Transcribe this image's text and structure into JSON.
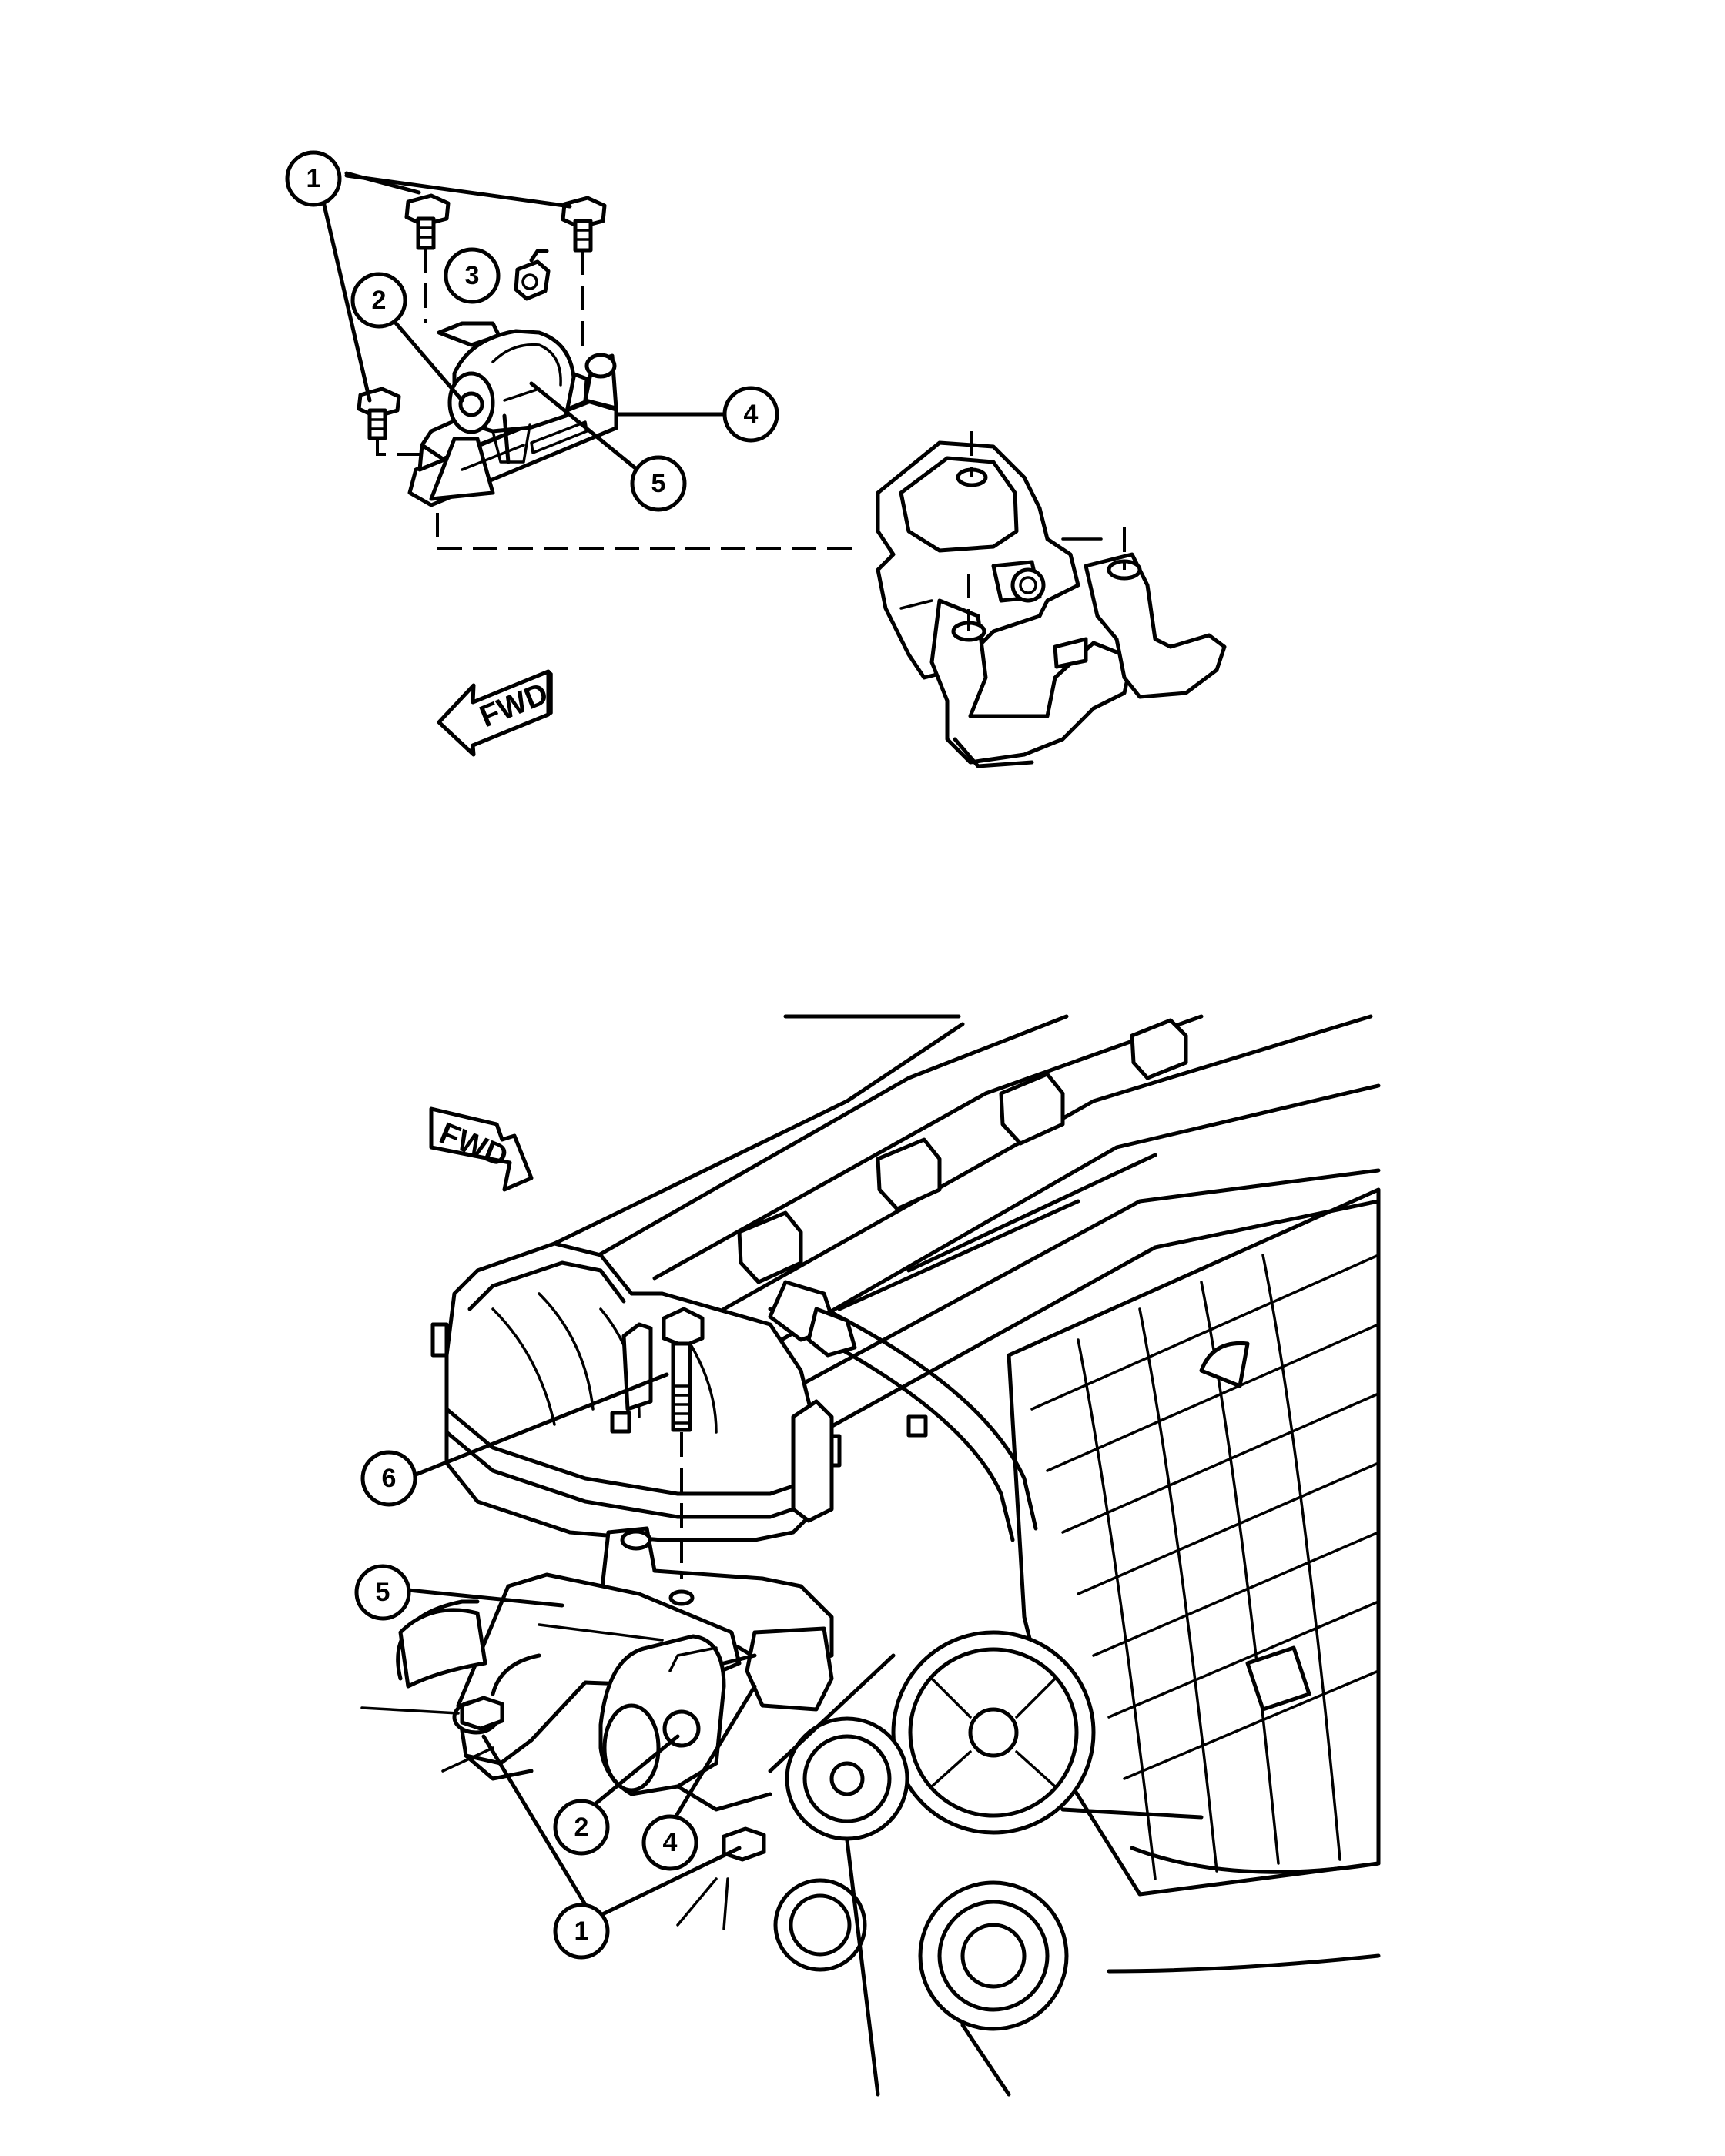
{
  "figure": {
    "fwd_label": "FWD",
    "top_callouts": [
      "1",
      "2",
      "3",
      "4",
      "5"
    ],
    "bottom_callouts": [
      "1",
      "2",
      "4",
      "5",
      "6"
    ]
  }
}
